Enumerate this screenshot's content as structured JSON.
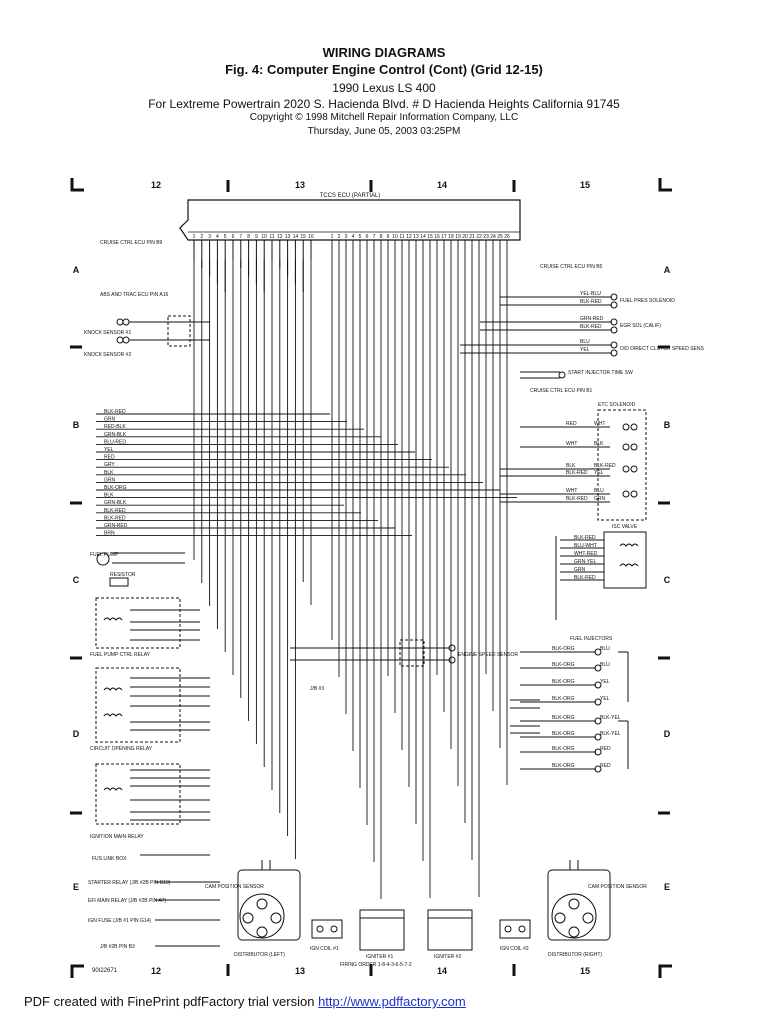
{
  "header": {
    "title": "WIRING DIAGRAMS",
    "figure": "Fig. 4:  Computer Engine Control (Cont) (Grid 12-15)",
    "vehicle": "1990 Lexus LS 400",
    "for_line": "For Lextreme Powertrain 2020 S. Hacienda Blvd. # D Hacienda Heights California 91745",
    "copyright": "Copyright © 1998 Mitchell Repair Information Company, LLC",
    "date": "Thursday, June 05, 2003  03:25PM"
  },
  "grid": {
    "columns": [
      "12",
      "13",
      "14",
      "15"
    ],
    "rows": [
      "A",
      "B",
      "C",
      "D",
      "E"
    ]
  },
  "ecu": {
    "title": "TCCS ECU (PARTIAL)",
    "pins_left": [
      "1",
      "2",
      "3",
      "4",
      "5",
      "6",
      "7",
      "8",
      "9",
      "10",
      "11",
      "12",
      "13",
      "14",
      "15",
      "16"
    ],
    "pins_right": [
      "1",
      "2",
      "3",
      "4",
      "5",
      "6",
      "7",
      "8",
      "9",
      "10",
      "11",
      "12",
      "13",
      "14",
      "15",
      "16",
      "17",
      "18",
      "19",
      "20",
      "21",
      "22",
      "23",
      "24",
      "25",
      "26"
    ]
  },
  "components": {
    "cruise_ctrl_b9": "CRUISE CTRL ECU PIN B9",
    "abs_trac": "ABS AND TRAC ECU PIN A16",
    "knock1": "KNOCK SENSOR #1",
    "knock2": "KNOCK SENSOR #2",
    "cruise_ctrl_b5": "CRUISE CTRL ECU PIN B5",
    "fuel_pres": "FUEL PRES SOLENOID",
    "egr_sol": "EGR SOL (CALIF)",
    "od_direct": "O/D DIRECT CLUTCH SPEED SENS",
    "start_injector": "START INJECTOR TIME SW",
    "cruise_ctrl_b1": "CRUISE CTRL ECU PIN B1",
    "etc_solenoid": "ETC SOLENOID",
    "isc_valve": "ISC VALVE",
    "fuel_pump": "FUEL PUMP",
    "resistor": "RESISTOR",
    "fuel_pump_relay": "FUEL PUMP CTRL RELAY",
    "engine_speed": "ENGINE SPEED SENSOR",
    "fuel_injectors": "FUEL INJECTORS",
    "jb3": "J/B #3",
    "circuit_opening": "CIRCUIT OPENING RELAY",
    "ignition_main": "IGNITION MAIN RELAY",
    "fus_link": "FUS LINK BOX",
    "starter_relay": "STARTER RELAY (J/B #2B PIN B10)",
    "efi_main": "EFI MAIN RELAY (J/B #2B PIN A7)",
    "ign_fuse": "IGN FUSE (J/B #1 PIN G14)",
    "jb2b": "J/B #2B PIN B3",
    "cam_left": "CAM POSITION SENSOR",
    "cam_right": "CAM POSITION SENSOR",
    "dist_left": "DISTRIBUTOR (LEFT)",
    "dist_right": "DISTRIBUTOR (RIGHT)",
    "ign_coil1": "IGN COIL #1",
    "ign_coil2": "IGN COIL #2",
    "igniter1": "IGNITER #1",
    "igniter2": "IGNITER #2",
    "firing_order": "FIRING ORDER 1-8-4-3-6-5-7-2",
    "part_no": "90I22671"
  },
  "wires": {
    "left_rows": [
      "BLK-RED",
      "GRN",
      "RED-BLK",
      "GRN-BLK",
      "BLU-RED",
      "YEL",
      "RED",
      "GRY",
      "BLK",
      "GRN",
      "BLK-ORG",
      "BLK",
      "GRN-BLK",
      "BLK-RED",
      "BLK-RED",
      "GRN-RED",
      "BRN"
    ],
    "right_top": [
      "YEL-BLU",
      "BLK-RED",
      "GRN-RED",
      "BLK-RED",
      "BLU",
      "YEL"
    ],
    "etc": [
      "RED",
      "WHT",
      "WHT",
      "BLK",
      "BLK",
      "BLK-RED",
      "BLK-RED",
      "YEL",
      "WHT",
      "BLU",
      "BLK-RED",
      "GRN"
    ],
    "isc": [
      "BLK-RED",
      "BLU-WHT",
      "WHT-RED",
      "GRN-YEL",
      "GRN",
      "BLK-RED"
    ],
    "injectors": [
      "BLK-ORG",
      "BLU",
      "BLK-ORG",
      "BLU",
      "BLK-ORG",
      "YEL",
      "BLK-ORG",
      "YEL",
      "BLK-ORG",
      "BLK-YEL",
      "BLK-ORG",
      "BLK-YEL",
      "BLK-ORG",
      "RED",
      "BLK-ORG",
      "RED"
    ]
  },
  "footer": {
    "text": "PDF created with FinePrint pdfFactory trial version ",
    "link": "http://www.pdffactory.com"
  }
}
